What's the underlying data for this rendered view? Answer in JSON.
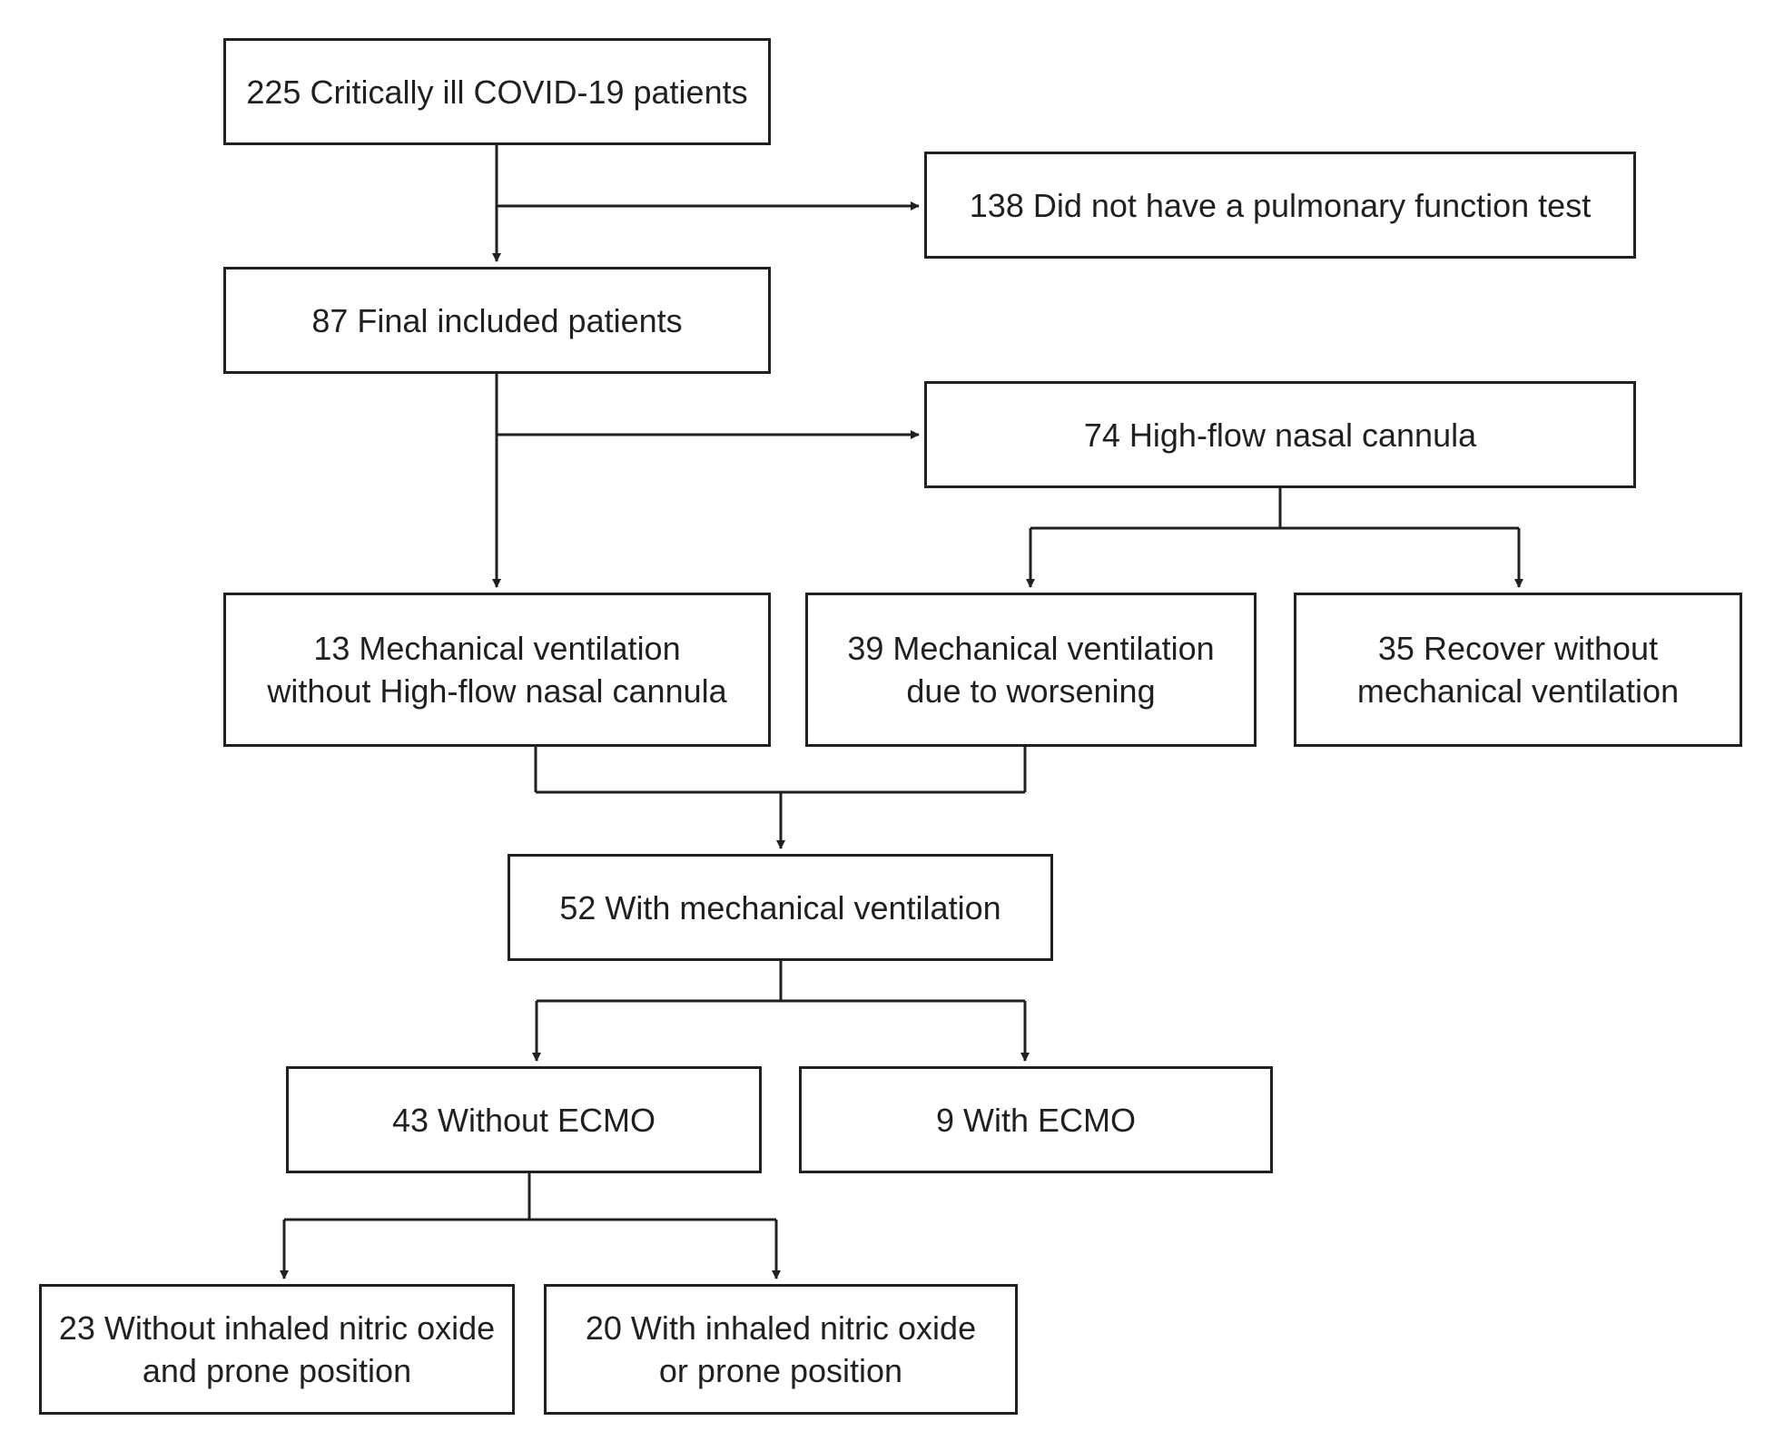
{
  "diagram": {
    "total": {
      "count": "225",
      "lines": [
        "225 Critically ill COVID-19 patients"
      ]
    },
    "excluded": {
      "count": "138",
      "lines": [
        "138 Did not have a pulmonary function test"
      ]
    },
    "included": {
      "count": "87",
      "lines": [
        "87 Final included patients"
      ]
    },
    "hfnc": {
      "count": "74",
      "lines": [
        "74 High-flow nasal cannula"
      ]
    },
    "mv_without_hfnc": {
      "count": "13",
      "lines": [
        "13 Mechanical ventilation",
        "without High-flow nasal cannula"
      ]
    },
    "mv_due_to_worsening": {
      "count": "39",
      "lines": [
        "39 Mechanical ventilation",
        "due to worsening"
      ]
    },
    "recover_without_mv": {
      "count": "35",
      "lines": [
        "35 Recover without",
        "mechanical ventilation"
      ]
    },
    "with_mv": {
      "count": "52",
      "lines": [
        "52 With mechanical ventilation"
      ]
    },
    "without_ecmo": {
      "count": "43",
      "lines": [
        "43 Without ECMO"
      ]
    },
    "with_ecmo": {
      "count": "9",
      "lines": [
        "9 With ECMO"
      ]
    },
    "without_ino_prone": {
      "count": "23",
      "lines": [
        "23 Without inhaled nitric oxide",
        "and prone position"
      ]
    },
    "with_ino_or_prone": {
      "count": "20",
      "lines": [
        "20 With inhaled nitric oxide",
        "or prone position"
      ]
    }
  },
  "colors": {
    "line": "#231f20",
    "text": "#231f20",
    "background": "#ffffff"
  }
}
